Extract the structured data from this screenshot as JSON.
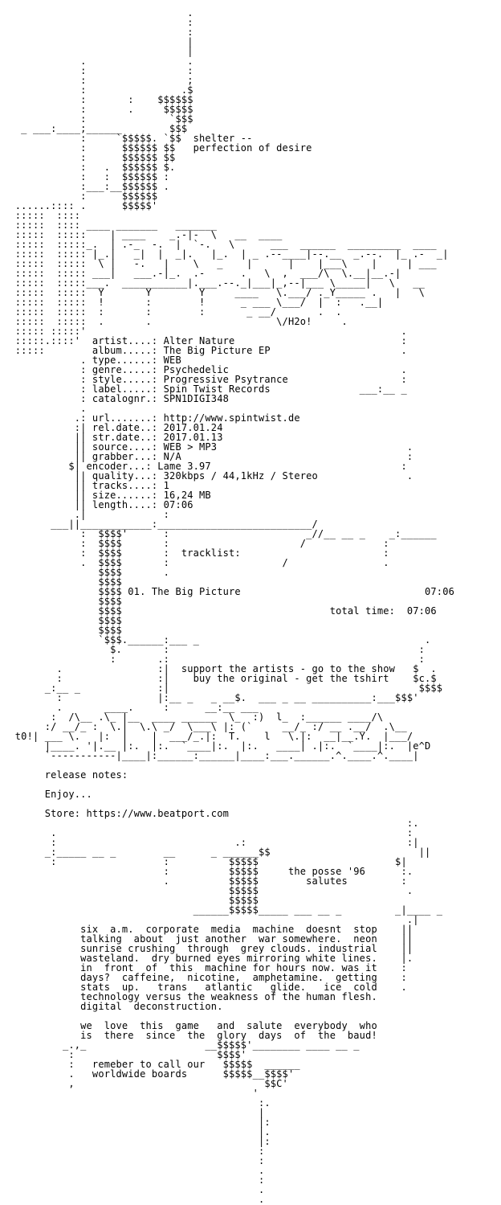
{
  "nfo": {
    "lines": [
      "                               .",
      "                               :",
      "                               :",
      "                               |",
      "                               |",
      "             .                 .",
      "             :                 :",
      "             :                 ;",
      "             :                .$",
      "             :       :    $$$$$$",
      "             :       .     $$$$$",
      "             :              `$$$",
      "   _ ___:____;______        $$$",
      "             :     `$$$$$. `$$  shelter --",
      "             :      $$$$$$ $$   perfection of desire",
      "             :      $$$$$$ $$",
      "             :   .  $$$$$$ $.",
      "             :   :  $$$$$$ :",
      "             :___:__$$$$$$ .",
      "             :      $$$$$$",
      "  ......:::: .      $$$$$'",
      "  :::::  ::::",
      "  :::::  :::: ____ _______   _______",
      "  :::::  :::::    | ____    _.-|-  \\   __  ____",
      "  :::::  :::::_.  | .-_  -.  |  `-.   \\      ___  ______  _________  ____",
      "  :::::  ::::: |_.|   _|  |  _|.   |_.  | _ .--____|--.__  _.--.  |_ .-  _|",
      "  :::::  :::::  \\ |   -.   |    \\   _    |      |    |___\\    |     | ___",
      "  :::::  ::::: ___|   ___.-|_.  .-      .   \\  ,  ___/\\  \\.__|__.-|",
      "  :::::  :::::___.  ___________|.___.--._|___|_,--|___ \\_____|   \\   __",
      "  :::::  :::::  Y       Y        Y     ____   \\.___/ ._Y_____ .   |   \\",
      "  :::::  :::::  !       :        !      _ ___ \\___/  |  :   .__|",
      "  :::::  :::::  :       :        :       _ __/       .  .",
      "  :::::  :::::  .       .                     \\/H2o!     .",
      "  ::::: :::::'                                                     .",
      "  :::::.::::'  artist....: Alter Nature                            :",
      "  :::::        album.....: The Big Picture EP                      .",
      "             . type......: WEB",
      "             : genre.....: Psychedelic                             .",
      "             : style.....: Progressive Psytrance                   :",
      "             : label.....: Spin Twist Records               ___:__ _",
      "             : catalognr.: SPN1DIGI348",
      "             .",
      "            .: url.......: http://www.spintwist.de",
      "            :| rel.date..: 2017.01.24",
      "            || str.date..: 2017.01.13",
      "            || source....: WEB > MP3                                .",
      "            || grabber...: N/A                                      :",
      "           $| encoder...: Lame 3.97                                :",
      "            || quality...: 320kbps / 44,1kHz / Stereo               .",
      "            || tracks....: 1",
      "            || size......: 16,24 MB",
      "            || length....: 07:06",
      "            .|             :",
      "        ___||____________:__________________________/",
      "             :  $$$$'      :                       _//__ __ _    _:______",
      "             :  $$$$       :                      /             :",
      "             :  $$$$       :  tracklist:                        :",
      "             .  $$$$       :                   /                .",
      "                $$$$       .",
      "                $$$$",
      "                $$$$ 01. The Big Picture                               07:06",
      "                $$$$",
      "                $$$$                                   total time:  07:06",
      "                $$$$",
      "                $$$$",
      "                `$$$.______:___ _                                      .",
      "                  $.       :                                          :",
      "                  :       .:                                          :",
      "         .                :|  support the artists - go to the show   $  .",
      "         :                :|    buy the original - get the tshirt    $c.$",
      "       _:__ _             :|                                          $$$$",
      "         :                |:__ _   _ __$.  ___ _ __ __________:___$$$'",
      "         .       ____.     :      __:__ ___",
      "        :  /\\__ .\\_ |__  ____ ______  \\_  :)  l_  :______ ____/\\",
      "       :/ __/_ :  \\.|  \\.\\ _/  \\___\\ |: (`     __/_ :/ __ .__/  .\\__",
      "  t0!| ___ \\.   |:  |    |  ___/_.|:  T.    l   \\.|:  __|__.Y.  |___/",
      "       |____. '|.__ |:.  |:.  `____|:.  |:.   ____| .|:.  `____|:.  |e^D",
      "       `-----------|____|:______:______|____:___.______.^.____.^.____|",
      "",
      "       release notes:",
      "",
      "       Enjoy...",
      "",
      "       Store: https://www.beatport.com",
      "                                                                    :.",
      "        .                                                           :",
      "        :                              .:                           :|",
      "       _:_____ __ _        __      _ ______$$                         ||",
      "        :                  :          $$$$$                       $|",
      "                           :          $$$$$     the posse '96      :.",
      "                           .          $$$$$        salutes         :",
      "                                      $$$$$                         .",
      "                                      $$$$$",
      "                                ______$$$$$_____ ___ __ _         _|____ _",
      "                                                                    .|",
      "             six  a.m.  corporate  media  machine  doesnt  stop    ||",
      "             talking  about  just another  war somewhere.  neon    ||",
      "             sunrise crushing  through  grey clouds. industrial    ||",
      "             wasteland.  dry burned eyes mirroring white lines.    |.",
      "             in  front  of  this  machine for hours now. was it    :",
      "             days?  caffeine,  nicotine,  amphetamine.  getting    :",
      "             stats  up.   trans   atlantic   glide.   ice  cold    .",
      "             technology versus the weakness of the human flesh.",
      "             digital  deconstruction.",
      "",
      "             we  love  this  game   and  salute  everybody  who",
      "             is  there  since  the  glory  days  of  the  baud!",
      "          _.,_                    __$$$$$'________ ____ __ _",
      "           :                        $$$$'",
      "           :   remeber to call our   $$$$$  ______",
      "           .   worldwide boards      $$$$$__$$$$'",
      "           ,                                $$C'",
      "                                          '",
      "                                           :.",
      "                                           |",
      "                                           |:",
      "                                           |.",
      "                                           |:",
      "                                           :",
      "                                           :",
      "                                           .",
      "                                           :",
      "                                           .",
      "                                           ."
    ]
  }
}
